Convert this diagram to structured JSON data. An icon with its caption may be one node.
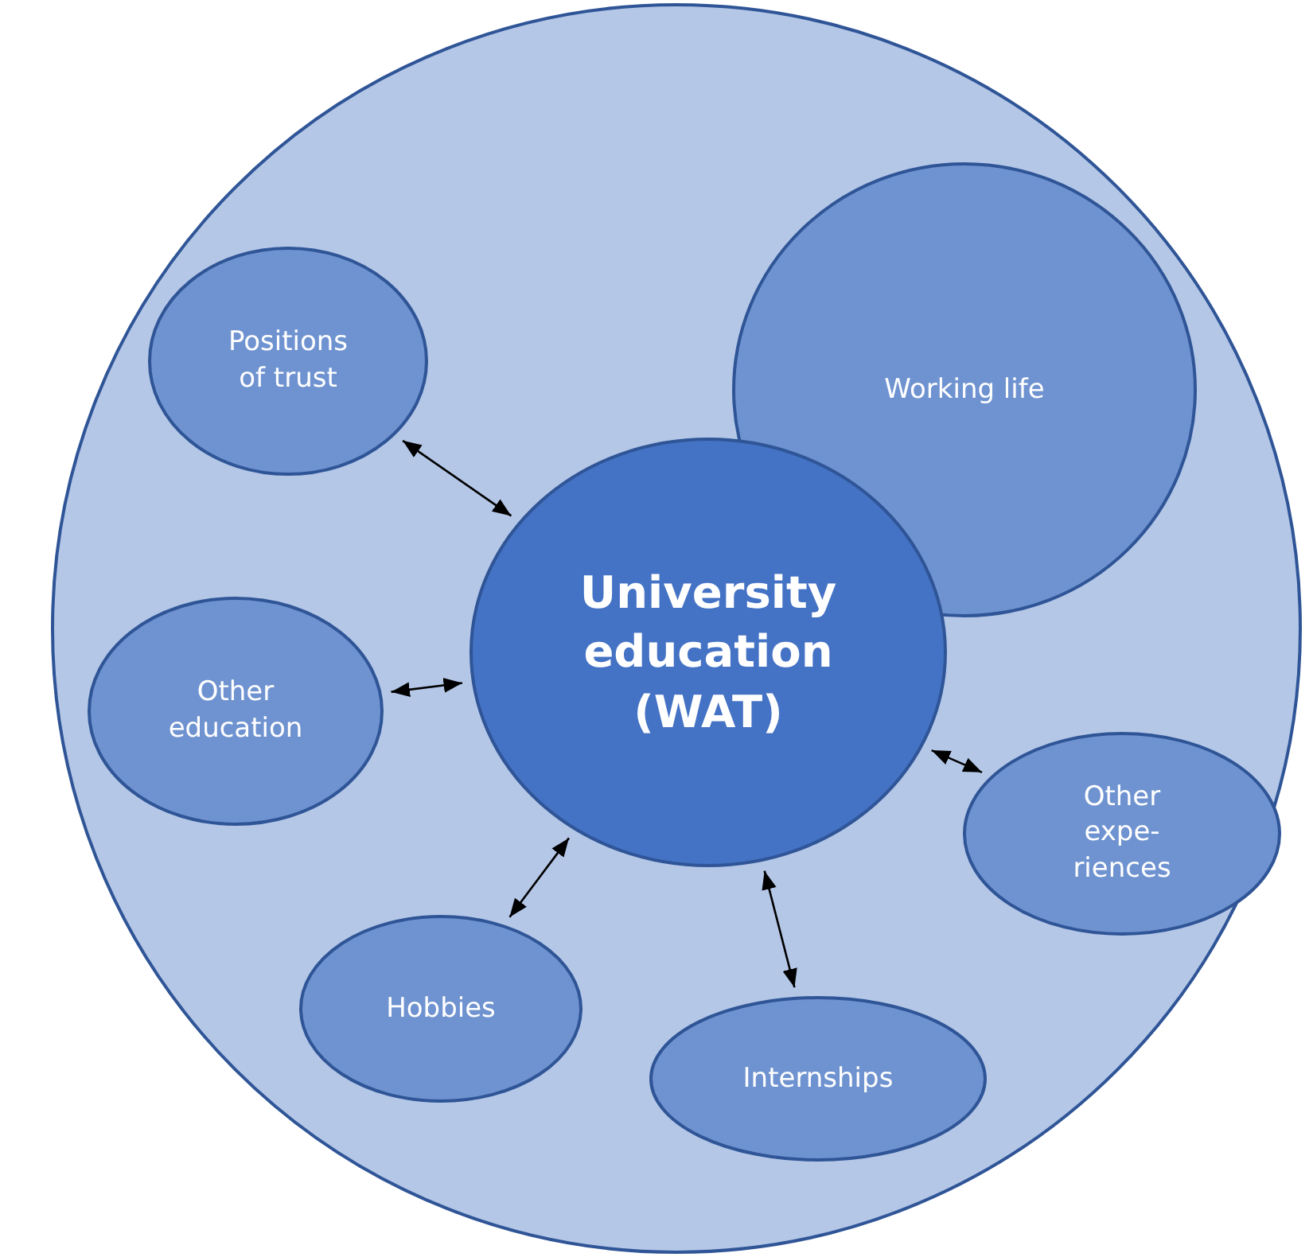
{
  "diagram": {
    "nodes": [
      {
        "text": [],
        "shape": "circle"
      },
      {
        "text": [
          "Positions of trust"
        ],
        "in": 0
      },
      {
        "text": [
          "Working life"
        ],
        "in": 0
      },
      {
        "text": [
          "University education (WAT)"
        ],
        "in": 0
      },
      {
        "text": [
          "Other education"
        ],
        "in": 0
      },
      {
        "text": [
          "Other expe- riences"
        ],
        "in": 0
      },
      {
        "text": [
          "Hobbies"
        ],
        "in": 0
      },
      {
        "text": [
          "Internships"
        ],
        "in": 0
      }
    ],
    "edges": [
      {
        "from": 1,
        "to": 3,
        "arrow": "both"
      },
      {
        "from": 4,
        "to": 3,
        "arrow": "both"
      },
      {
        "from": 3,
        "to": 5,
        "arrow": "both"
      },
      {
        "from": 3,
        "to": 6,
        "arrow": "both"
      },
      {
        "from": 3,
        "to": 7,
        "arrow": "both"
      }
    ]
  }
}
